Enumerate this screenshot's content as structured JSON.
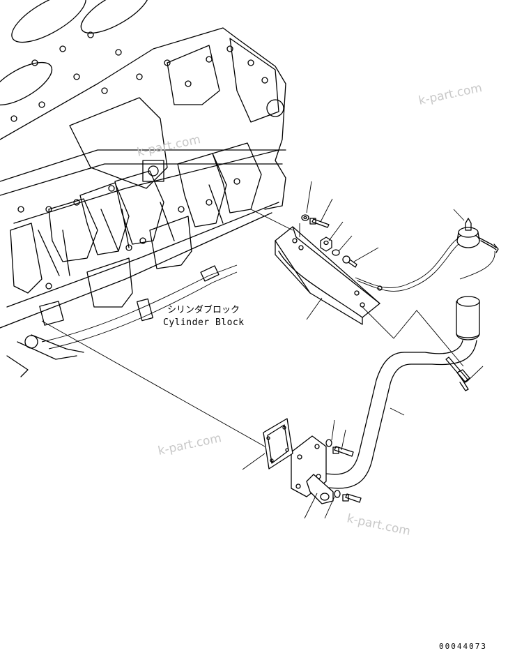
{
  "labels": {
    "part_name_jp": "シリンダブロック",
    "part_name_en": "Cylinder Block"
  },
  "watermarks": [
    "k-part.com",
    "k-part.com",
    "k-part.com",
    "k-part.com"
  ],
  "drawing_code": "00044073"
}
